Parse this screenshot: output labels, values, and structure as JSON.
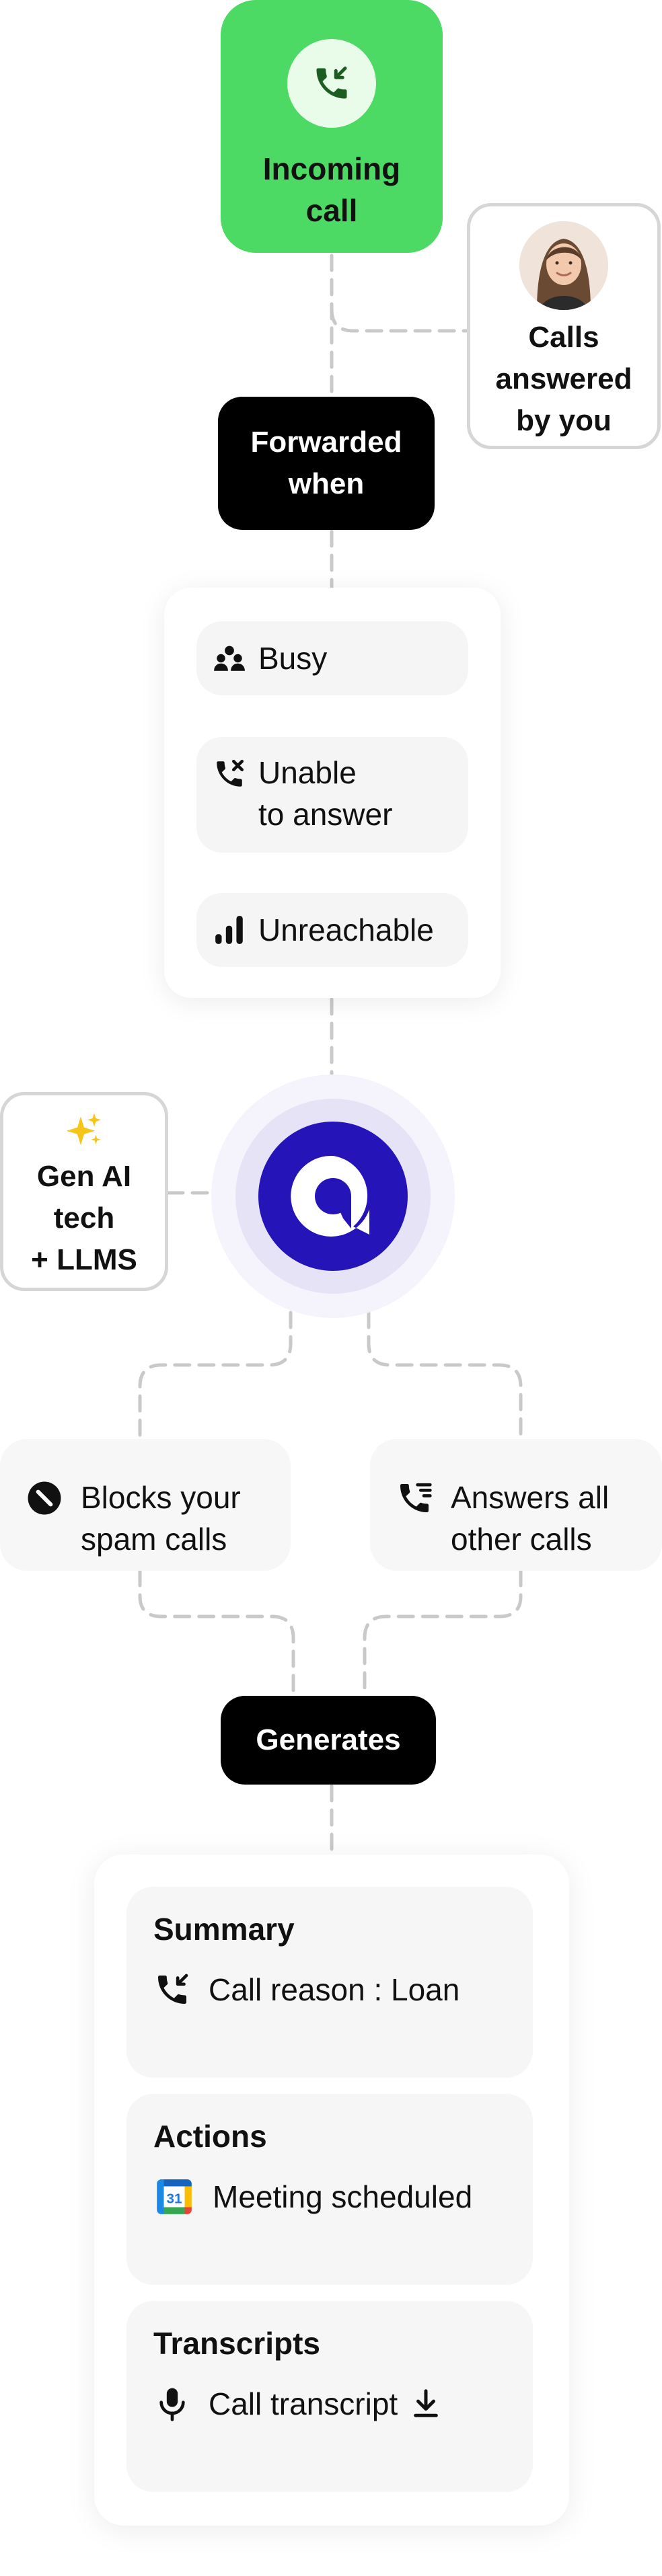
{
  "incoming": {
    "label": "Incoming\ncall"
  },
  "answered_by_you": {
    "label": "Calls\nanswered\nby you"
  },
  "forwarded": {
    "label": "Forwarded\nwhen"
  },
  "conditions": [
    {
      "label": "Busy",
      "icon": "users-icon"
    },
    {
      "label": "Unable\nto answer",
      "icon": "missed-call-icon"
    },
    {
      "label": "Unreachable",
      "icon": "signal-bars-icon"
    }
  ],
  "gen_ai": {
    "label": "Gen AI\ntech\n+ LLMS",
    "icon": "sparkles-icon"
  },
  "hub": {
    "icon": "speech-bubble-logo-icon"
  },
  "actions": {
    "blocks": {
      "label": "Blocks your\nspam calls",
      "icon": "block-icon"
    },
    "answers": {
      "label": "Answers all\nother calls",
      "icon": "phone-list-icon"
    }
  },
  "generates": {
    "label": "Generates"
  },
  "outputs": [
    {
      "heading": "Summary",
      "detail": "Call reason : Loan",
      "icon": "incoming-call-icon"
    },
    {
      "heading": "Actions",
      "detail": "Meeting scheduled",
      "icon": "calendar-icon",
      "calendar_day": "31"
    },
    {
      "heading": "Transcripts",
      "detail": "Call transcript",
      "icon": "microphone-icon",
      "trailing_icon": "download-icon"
    }
  ],
  "colors": {
    "incoming_green": "#4cd964",
    "hub_indigo": "#2515b8",
    "pill_black": "#000000",
    "sparkle_yellow": "#f5c518"
  }
}
